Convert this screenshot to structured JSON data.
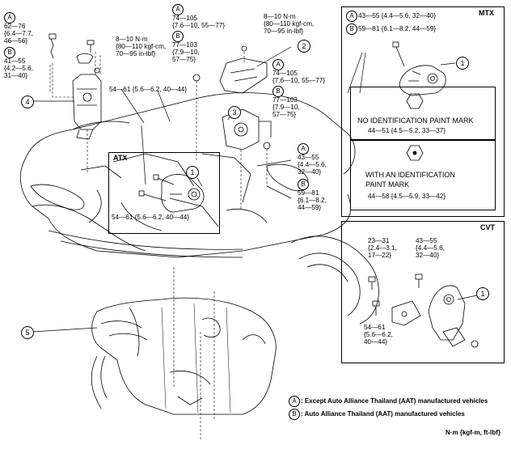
{
  "spec_groups": {
    "tl_62": {
      "marker": "A",
      "lines": [
        "62—76",
        "{6.4—7.7,",
        "46—56}"
      ]
    },
    "tl_41": {
      "marker": "B",
      "lines": [
        "41—55",
        "{4.2—5.6,",
        "31—40}"
      ]
    },
    "top_8_10_left": {
      "lines": [
        "8—10 N·m",
        "{80—110 kgf-cm,",
        "70—95 in-lbf}"
      ]
    },
    "top_74": {
      "marker": "A",
      "lines": [
        "74—105",
        "{7.6—10, 55—77}"
      ]
    },
    "top_77": {
      "marker": "B",
      "lines": [
        "77—103",
        "{7.9—10,",
        "57—75}"
      ]
    },
    "top_8_10_right": {
      "lines": [
        "8—10 N·m",
        "{80—110 kgf-cm,",
        "70—95 in-lbf}"
      ]
    },
    "mid_54": {
      "lines": [
        "54—61 {5.6—6.2, 40—44}"
      ]
    },
    "right_74": {
      "marker": "A",
      "lines": [
        "74—105",
        "{7.6—10, 55—77}"
      ]
    },
    "right_77": {
      "marker": "B",
      "lines": [
        "77—103",
        "{7.9—10,",
        "57—75}"
      ]
    },
    "right_43": {
      "marker": "A",
      "lines": [
        "43—55",
        "{4.4—5.6,",
        "32—40}"
      ]
    },
    "right_59": {
      "marker": "B",
      "lines": [
        "59—81",
        "{6.1—8.2,",
        "44—59}"
      ]
    },
    "atx_54": {
      "lines": [
        "54—61 {5.6—6.2, 40—44}"
      ]
    }
  },
  "atx": {
    "label": "ATX"
  },
  "mtx": {
    "label": "MTX",
    "spec_a": "43—55 {4.4—5.6, 32—40}",
    "spec_b": "59—81 {6.1—8.2, 44—59}",
    "no_mark_title": "NO IDENTIFICATION PAINT MARK",
    "no_mark_torque": "44—51 {4.5—5.2, 33—37}",
    "mark_title_1": "WITH AN IDENTIFICATION",
    "mark_title_2": "PAINT MARK",
    "mark_torque": "44—58 {4.5—5.9, 33—42}"
  },
  "cvt": {
    "label": "CVT",
    "spec_23": [
      "23—31",
      "{2.4—3.1,",
      "17—22}"
    ],
    "spec_43": [
      "43—55",
      "{4.4—5.6,",
      "32—40}"
    ],
    "spec_54": [
      "54—61",
      "{5.6—6.2,",
      "40—44}"
    ]
  },
  "callouts": {
    "c1": "1",
    "c2": "2",
    "c3": "3",
    "c4": "4",
    "c5": "5"
  },
  "markers": {
    "a": "A",
    "b": "B"
  },
  "legend": {
    "a_text": ": Except Auto Alliance Thailand (AAT) manufactured vehicles",
    "b_text": ": Auto Alliance Thailand (AAT) manufactured vehicles",
    "units": "N·m {kgf-m, ft-lbf}"
  }
}
